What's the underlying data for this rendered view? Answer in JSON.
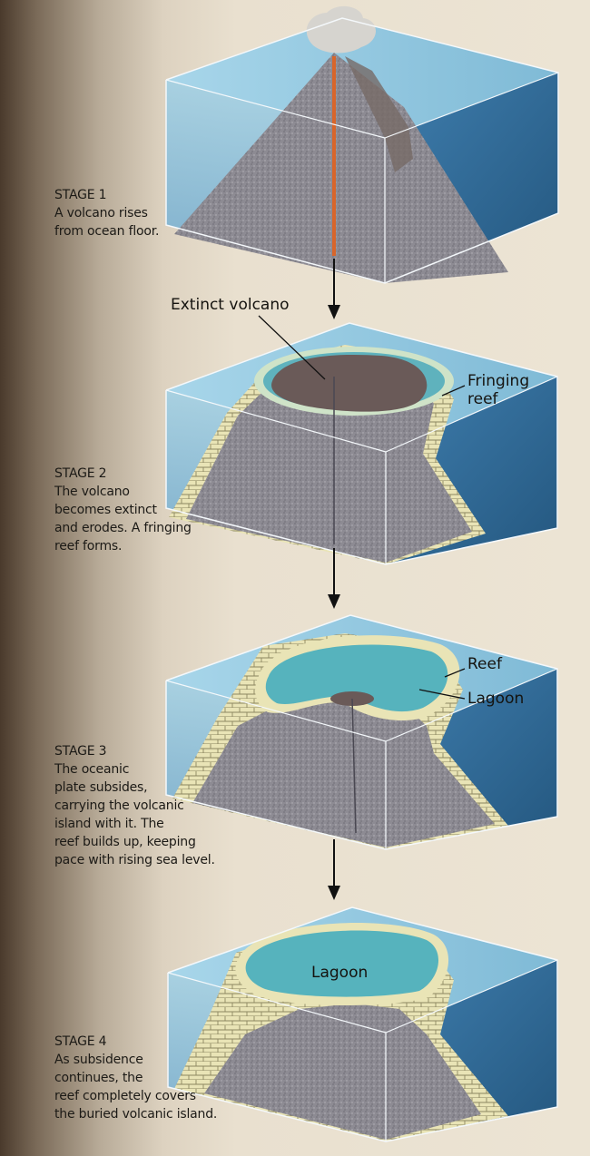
{
  "stages": [
    {
      "title": "STAGE 1",
      "caption": "A volcano rises\nfrom ocean floor."
    },
    {
      "title": "STAGE 2",
      "caption": "The volcano\nbecomes extinct\nand erodes. A fringing\nreef forms."
    },
    {
      "title": "STAGE 3",
      "caption": "The oceanic\nplate subsides,\ncarrying the volcanic\nisland with it.  The\nreef builds up, keeping\npace with rising sea level."
    },
    {
      "title": "STAGE 4",
      "caption": "As subsidence\ncontinues, the\nreef completely covers\nthe buried volcanic island."
    }
  ],
  "callouts": {
    "extinct_volcano": "Extinct volcano",
    "fringing_reef": "Fringing\nreef",
    "reef": "Reef",
    "lagoon_stage3": "Lagoon",
    "lagoon_stage4": "Lagoon"
  },
  "colors": {
    "water_top": "#8ec7e0",
    "water_front": "#5f9fc6",
    "water_side": "#2d6b9a",
    "rock": "#8e8c94",
    "reef": "#e7e2b2",
    "lagoon": "#56b3bd",
    "magma": "#d8652a"
  }
}
